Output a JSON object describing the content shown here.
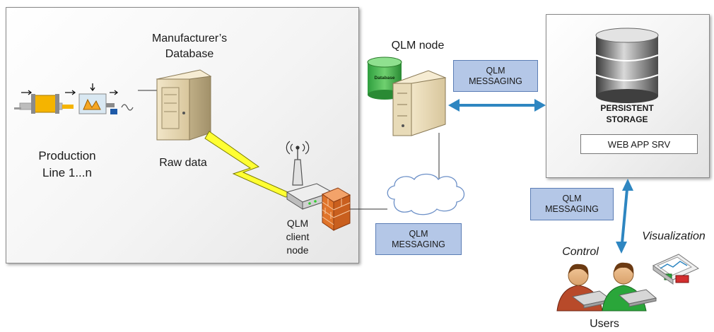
{
  "factory": {
    "db_label_line1": "Manufacturer’s",
    "db_label_line2": "Database",
    "production_line1": "Production",
    "production_line2": "Line 1...n",
    "raw_data": "Raw data",
    "client_line1": "QLM",
    "client_line2": "client",
    "client_line3": "node"
  },
  "qlm_node": {
    "title": "QLM node",
    "db_cylinder_label": "Database"
  },
  "messaging": {
    "top_line1": "QLM",
    "top_line2": "MESSAGING",
    "bottom_line1": "QLM",
    "bottom_line2": "MESSAGING",
    "right_line1": "QLM",
    "right_line2": "MESSAGING"
  },
  "server": {
    "storage_line1": "PERSISTENT",
    "storage_line2": "STORAGE",
    "webapp": "WEB APP SRV"
  },
  "users": {
    "control": "Control",
    "visualization": "Visualization",
    "users": "Users"
  },
  "colors": {
    "messaging_fill": "#b4c7e7",
    "arrow_blue": "#2e86c1",
    "lightning_yellow": "#ffff33",
    "firewall_orange": "#e0742a"
  }
}
